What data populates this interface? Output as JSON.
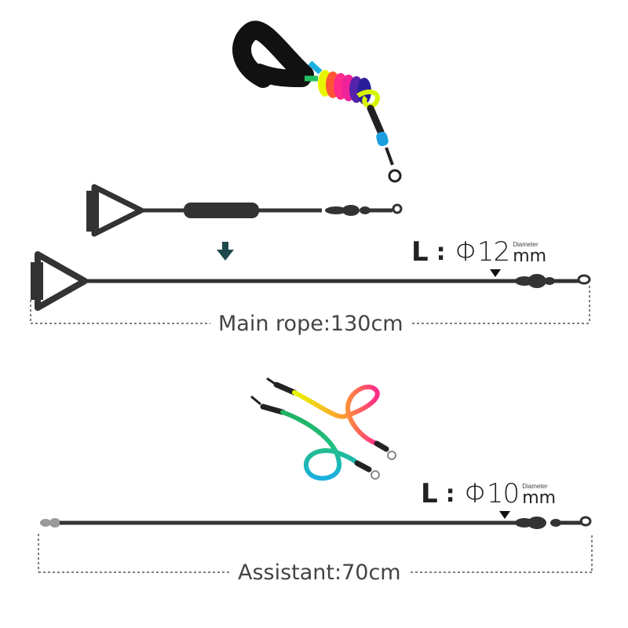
{
  "main_rope": {
    "spec_prefix": "L",
    "spec_colon": ":",
    "diameter_value": "Φ12",
    "diameter_label": "Diameter",
    "unit": "mm",
    "length_label": "Main rope:130cm"
  },
  "assistant_rope": {
    "spec_prefix": "L",
    "spec_colon": ":",
    "diameter_value": "Φ10",
    "diameter_label": "Diameter",
    "unit": "mm",
    "length_label": "Assistant:70cm"
  },
  "colors": {
    "rope": "#333333",
    "arrow": "#1f4a4d",
    "dashed_line": "#555555",
    "text": "#222222",
    "label_text": "#444444",
    "rainbow": [
      "#ffee00",
      "#ff5533",
      "#ff2a8a",
      "#5522aa",
      "#2a1f9a",
      "#1ab0e0",
      "#22c060"
    ]
  },
  "icons": {
    "down_arrow": "arrow-down-icon",
    "pointer": "triangle-down-icon"
  }
}
